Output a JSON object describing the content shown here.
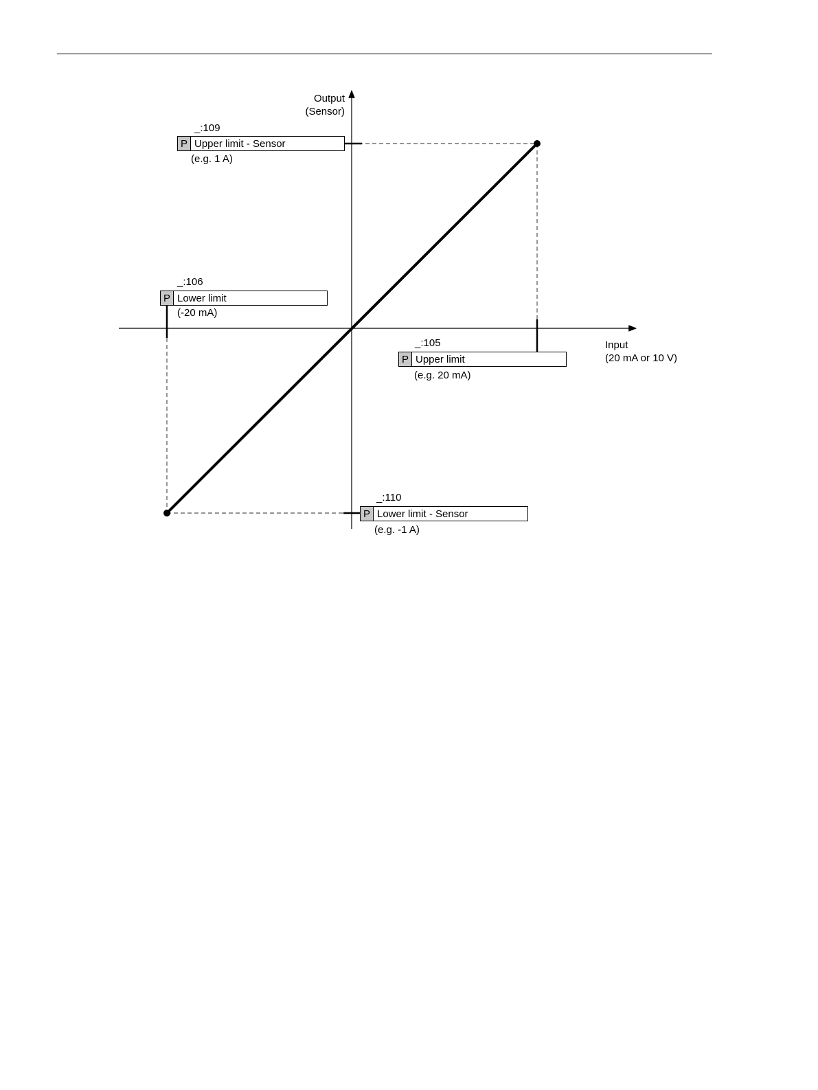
{
  "axes": {
    "y_label_line1": "Output",
    "y_label_line2": "(Sensor)",
    "x_label_line1": "Input",
    "x_label_line2": "(20 mA or 10 V)"
  },
  "parameters": {
    "p109": {
      "code": "_:109",
      "badge": "P",
      "name": "Upper limit - Sensor",
      "example": "(e.g. 1 A)"
    },
    "p106": {
      "code": "_:106",
      "badge": "P",
      "name": "Lower limit",
      "example": "(-20 mA)"
    },
    "p105": {
      "code": "_:105",
      "badge": "P",
      "name": "Upper limit",
      "example": "(e.g. 20 mA)"
    },
    "p110": {
      "code": "_:110",
      "badge": "P",
      "name": "Lower limit - Sensor",
      "example": "(e.g. -1 A)"
    }
  },
  "colors": {
    "line": "#000000",
    "badge_fill": "#c8c8c8",
    "dashed": "#555555"
  }
}
